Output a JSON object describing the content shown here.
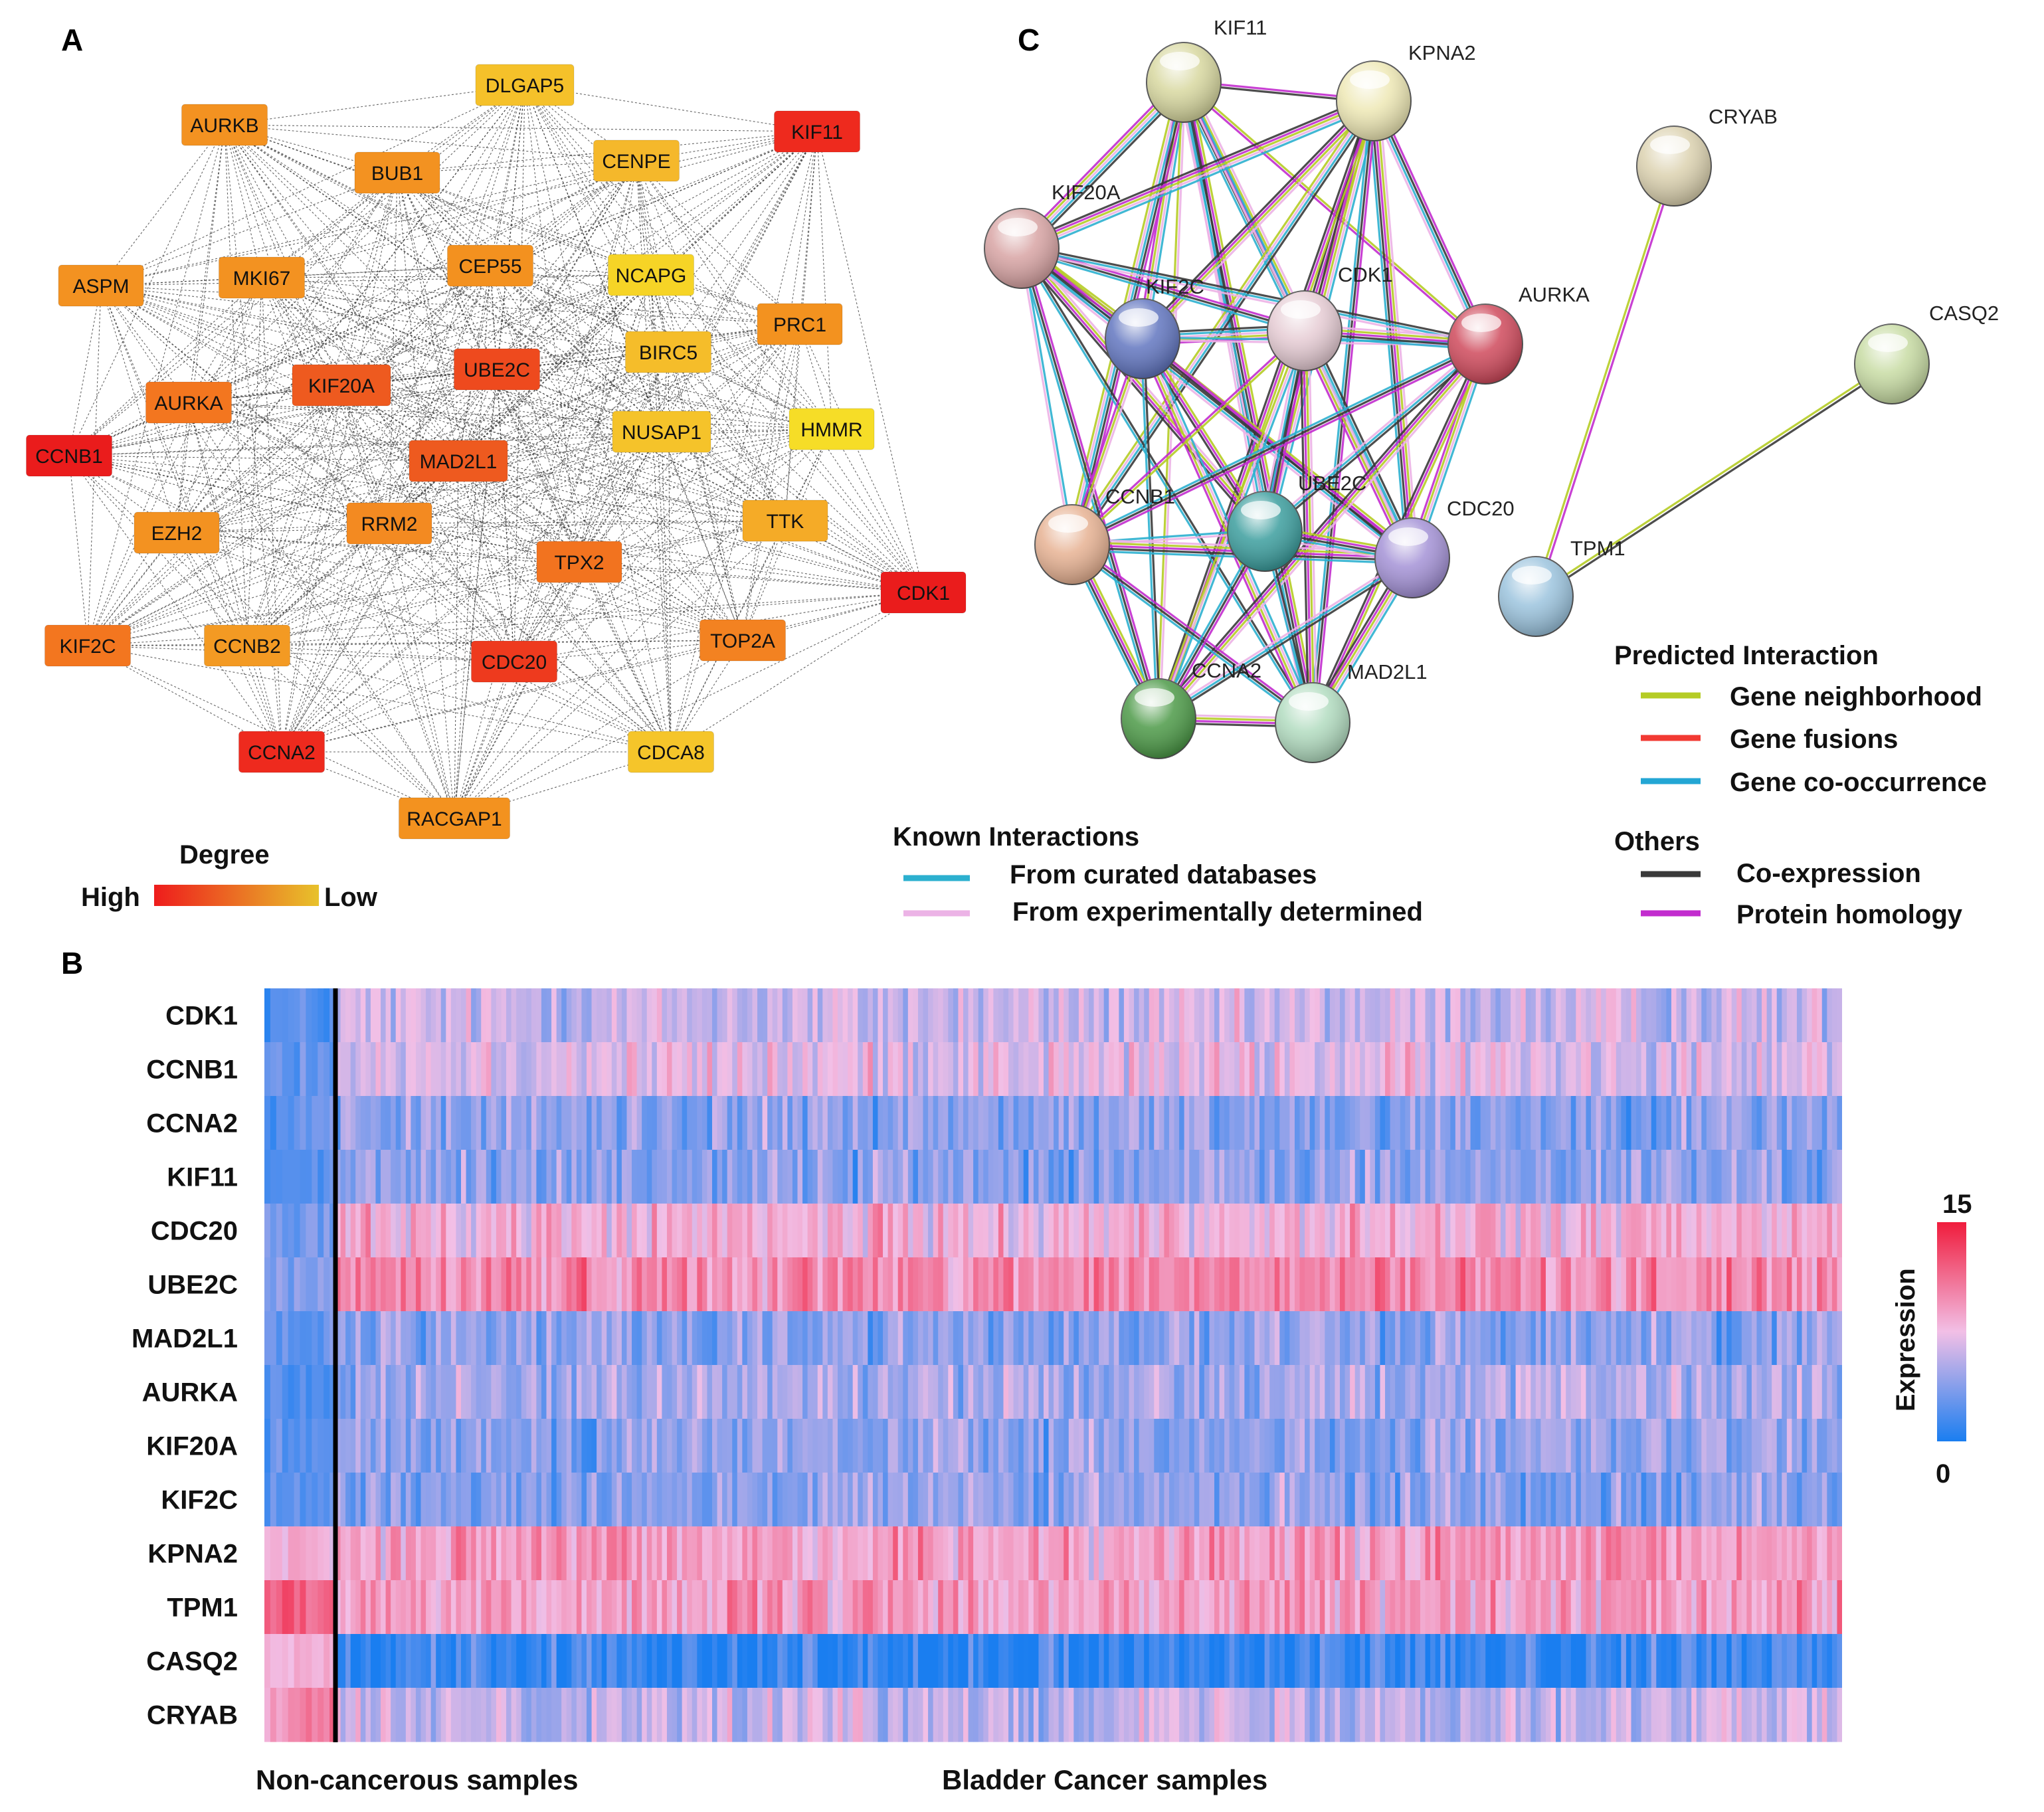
{
  "panels": {
    "a": {
      "letter": "A",
      "legend": {
        "title": "Degree",
        "high": "High",
        "low": "Low",
        "color_high": "#ee1c1c",
        "color_low": "#e8c22b"
      }
    },
    "b": {
      "letter": "B",
      "xlabel_normal": "Non-cancerous samples",
      "xlabel_cancer": "Bladder Cancer samples",
      "colorbar": {
        "title": "Expression",
        "max": "15",
        "min": "0",
        "color_max": "#f01c3c",
        "color_mid": "#f2bfe6",
        "color_min": "#1a7ef0"
      }
    },
    "c": {
      "letter": "C",
      "legend": {
        "predicted_title": "Predicted Interaction",
        "predicted": [
          {
            "label": "Gene neighborhood",
            "color": "#b5cc25"
          },
          {
            "label": "Gene fusions",
            "color": "#f23a33"
          },
          {
            "label": "Gene co-occurrence",
            "color": "#23a6d4"
          }
        ],
        "known_title": "Known Interactions",
        "known": [
          {
            "label": "From curated databases",
            "color": "#2cb0cf"
          },
          {
            "label": "From experimentally determined",
            "color": "#ecb3e6"
          }
        ],
        "others_title": "Others",
        "others": [
          {
            "label": "Co-expression",
            "color": "#3a3a3a"
          },
          {
            "label": "Protein homology",
            "color": "#c22cce"
          }
        ]
      }
    }
  },
  "chart_data": [
    {
      "type": "network",
      "panel": "A",
      "legend_title": "Degree",
      "scale": [
        "High",
        "Low"
      ],
      "nodes": [
        {
          "name": "DLGAP5",
          "color": "#f5c12a"
        },
        {
          "name": "AURKB",
          "color": "#f39221"
        },
        {
          "name": "KIF11",
          "color": "#ee2a1e"
        },
        {
          "name": "BUB1",
          "color": "#f39221"
        },
        {
          "name": "CENPE",
          "color": "#f5b82b"
        },
        {
          "name": "ASPM",
          "color": "#f39221"
        },
        {
          "name": "MKI67",
          "color": "#f39221"
        },
        {
          "name": "CEP55",
          "color": "#f3911f"
        },
        {
          "name": "NCAPG",
          "color": "#f6d426"
        },
        {
          "name": "PRC1",
          "color": "#f3921f"
        },
        {
          "name": "BIRC5",
          "color": "#f5bd2a"
        },
        {
          "name": "KIF20A",
          "color": "#ee5a1f"
        },
        {
          "name": "UBE2C",
          "color": "#ee4a1e"
        },
        {
          "name": "AURKA",
          "color": "#f3761f"
        },
        {
          "name": "HMMR",
          "color": "#f6dd27"
        },
        {
          "name": "NUSAP1",
          "color": "#f5c32a"
        },
        {
          "name": "CCNB1",
          "color": "#ea1c1c"
        },
        {
          "name": "MAD2L1",
          "color": "#ee5a1f"
        },
        {
          "name": "EZH2",
          "color": "#f39221"
        },
        {
          "name": "RRM2",
          "color": "#f38a21"
        },
        {
          "name": "TTK",
          "color": "#f5ab27"
        },
        {
          "name": "TPX2",
          "color": "#f2731f"
        },
        {
          "name": "CDK1",
          "color": "#ea1c1c"
        },
        {
          "name": "KIF2C",
          "color": "#f3761f"
        },
        {
          "name": "CCNB2",
          "color": "#f39a23"
        },
        {
          "name": "CDC20",
          "color": "#ee3a1e"
        },
        {
          "name": "TOP2A",
          "color": "#f38221"
        },
        {
          "name": "CCNA2",
          "color": "#ee2a1e"
        },
        {
          "name": "CDCA8",
          "color": "#f5c52a"
        },
        {
          "name": "RACGAP1",
          "color": "#f3921f"
        }
      ]
    },
    {
      "type": "heatmap",
      "panel": "B",
      "rows": [
        "CDK1",
        "CCNB1",
        "CCNA2",
        "KIF11",
        "CDC20",
        "UBE2C",
        "MAD2L1",
        "AURKA",
        "KIF20A",
        "KIF2C",
        "KPNA2",
        "TPM1",
        "CASQ2",
        "CRYAB"
      ],
      "groups": [
        "Non-cancerous samples",
        "Bladder Cancer samples"
      ],
      "colorbar_label": "Expression",
      "range": [
        0,
        15
      ],
      "row_mean_normal": [
        2,
        3,
        2,
        2,
        3,
        4,
        2,
        2,
        2,
        2,
        8,
        12,
        8,
        10
      ],
      "row_mean_cancer": [
        6,
        7,
        4,
        4,
        8,
        10,
        4,
        5,
        4,
        4,
        9,
        9,
        1,
        6
      ]
    },
    {
      "type": "network",
      "panel": "C",
      "nodes": [
        {
          "name": "KIF11",
          "color": "#d8d8a0"
        },
        {
          "name": "KPNA2",
          "color": "#eee8b5"
        },
        {
          "name": "CRYAB",
          "color": "#dcd2b0"
        },
        {
          "name": "KIF20A",
          "color": "#d8a4a4"
        },
        {
          "name": "KIF2C",
          "color": "#6276c0"
        },
        {
          "name": "CDK1",
          "color": "#e6ccd4"
        },
        {
          "name": "AURKA",
          "color": "#cf4a5c"
        },
        {
          "name": "CASQ2",
          "color": "#c8dca4"
        },
        {
          "name": "CCNB1",
          "color": "#e7b293"
        },
        {
          "name": "UBE2C",
          "color": "#3c9e9e"
        },
        {
          "name": "CDC20",
          "color": "#a492d6"
        },
        {
          "name": "TPM1",
          "color": "#9cc4de"
        },
        {
          "name": "CCNA2",
          "color": "#4d9a48"
        },
        {
          "name": "MAD2L1",
          "color": "#b2dcc0"
        }
      ],
      "edges": [
        {
          "a": "TPM1",
          "b": "CRYAB",
          "types": [
            "Gene neighborhood",
            "Protein homology"
          ]
        },
        {
          "a": "TPM1",
          "b": "CASQ2",
          "types": [
            "Gene neighborhood",
            "Co-expression"
          ]
        }
      ]
    }
  ]
}
